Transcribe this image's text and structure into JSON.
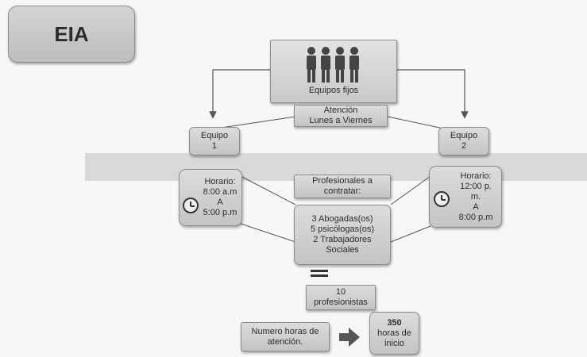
{
  "title": "EIA",
  "header": {
    "label": "Equipos fijos"
  },
  "attention": {
    "label": "Atención\nLunes a Viernes"
  },
  "team1": {
    "label": "Equipo\n1",
    "schedule": "Horario:\n8:00 a.m\nA\n5:00 p.m"
  },
  "team2": {
    "label": "Equipo\n2",
    "schedule": "Horario:\n12:00 p.\nm.\nA\n8:00 p.m"
  },
  "professionals": {
    "label": "Profesionales a\ncontratar:",
    "list": "3 Abogadas(os)\n5 psicólogas(os)\n2 Trabajadores\nSociales"
  },
  "total": {
    "label": "10\nprofesionistas"
  },
  "hours": {
    "label": "Numero horas de\natención.",
    "value": "350",
    "unit": "horas de\ninicio"
  },
  "icons": [
    "people-group-icon",
    "clock-icon",
    "arrow-right-icon",
    "equals-icon"
  ]
}
